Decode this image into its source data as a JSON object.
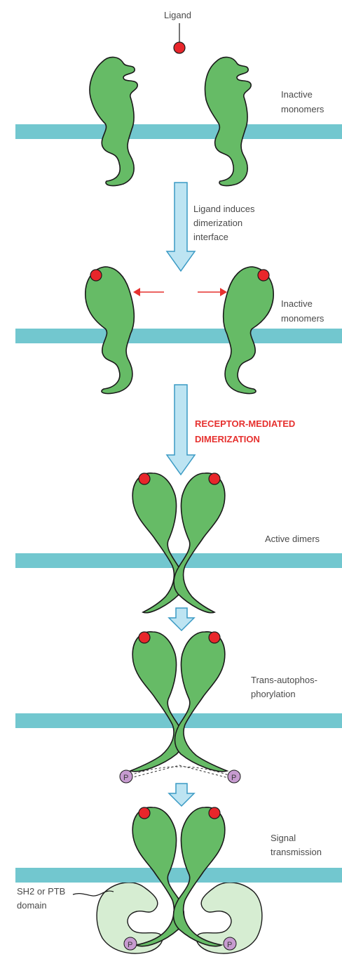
{
  "labels": {
    "ligand": "Ligand",
    "inactive_1": [
      "Inactive",
      "monomers"
    ],
    "ligand_induces": [
      "Ligand induces",
      "dimerization",
      "interface"
    ],
    "inactive_2": [
      "Inactive",
      "monomers"
    ],
    "receptor_mediated": [
      "RECEPTOR-MEDIATED",
      "DIMERIZATION"
    ],
    "active_dimers": "Active dimers",
    "trans_auto": [
      "Trans-autophos-",
      "phorylation"
    ],
    "signal": [
      "Signal",
      "transmission"
    ],
    "sh2": [
      "SH2 or PTB",
      "domain"
    ],
    "phospho_symbol": "P"
  },
  "colors": {
    "receptor": "#66bb66",
    "outline": "#1a1a1a",
    "membrane": "#72c7cf",
    "ligand": "#e8262b",
    "arrow_fill": "#bde4f2",
    "arrow_stroke": "#3a9ac4",
    "phospho": "#c79bd0",
    "adaptor": "#d6edd2",
    "red_text": "#e6312f"
  }
}
